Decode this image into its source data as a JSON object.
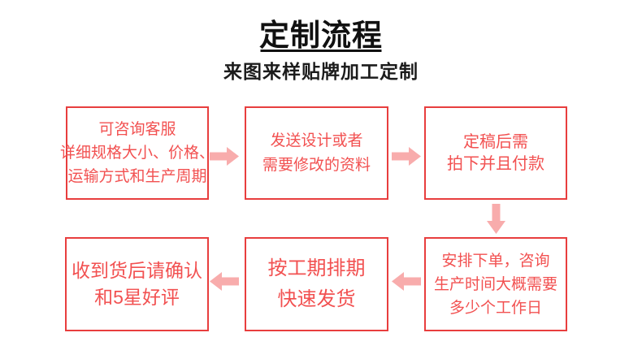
{
  "header": {
    "title": "定制流程",
    "subtitle": "来图来样贴牌加工定制"
  },
  "colors": {
    "background": "#ffffff",
    "title_text": "#111111",
    "box_border": "#e83e3e",
    "box_text": "#f25151",
    "arrow_fill": "#f8acac"
  },
  "flow": {
    "steps": [
      {
        "order": 1,
        "lines": [
          "可咨询客服",
          "详细规格大小、价格、",
          "运输方式和生产周期"
        ]
      },
      {
        "order": 2,
        "lines": [
          "发送设计或者",
          "需要修改的资料"
        ]
      },
      {
        "order": 3,
        "lines": [
          "定稿后需",
          "拍下并且付款"
        ]
      },
      {
        "order": 4,
        "lines": [
          "安排下单，咨询",
          "生产时间大概需要",
          "多少个工作日"
        ]
      },
      {
        "order": 5,
        "lines": [
          "按工期排期",
          "快速发货"
        ]
      },
      {
        "order": 6,
        "lines": [
          "收到货后请确认",
          "和5星好评"
        ]
      }
    ],
    "arrows": [
      {
        "from": 1,
        "to": 2,
        "direction": "right"
      },
      {
        "from": 2,
        "to": 3,
        "direction": "right"
      },
      {
        "from": 3,
        "to": 4,
        "direction": "down"
      },
      {
        "from": 4,
        "to": 5,
        "direction": "left"
      },
      {
        "from": 5,
        "to": 6,
        "direction": "left"
      }
    ]
  }
}
